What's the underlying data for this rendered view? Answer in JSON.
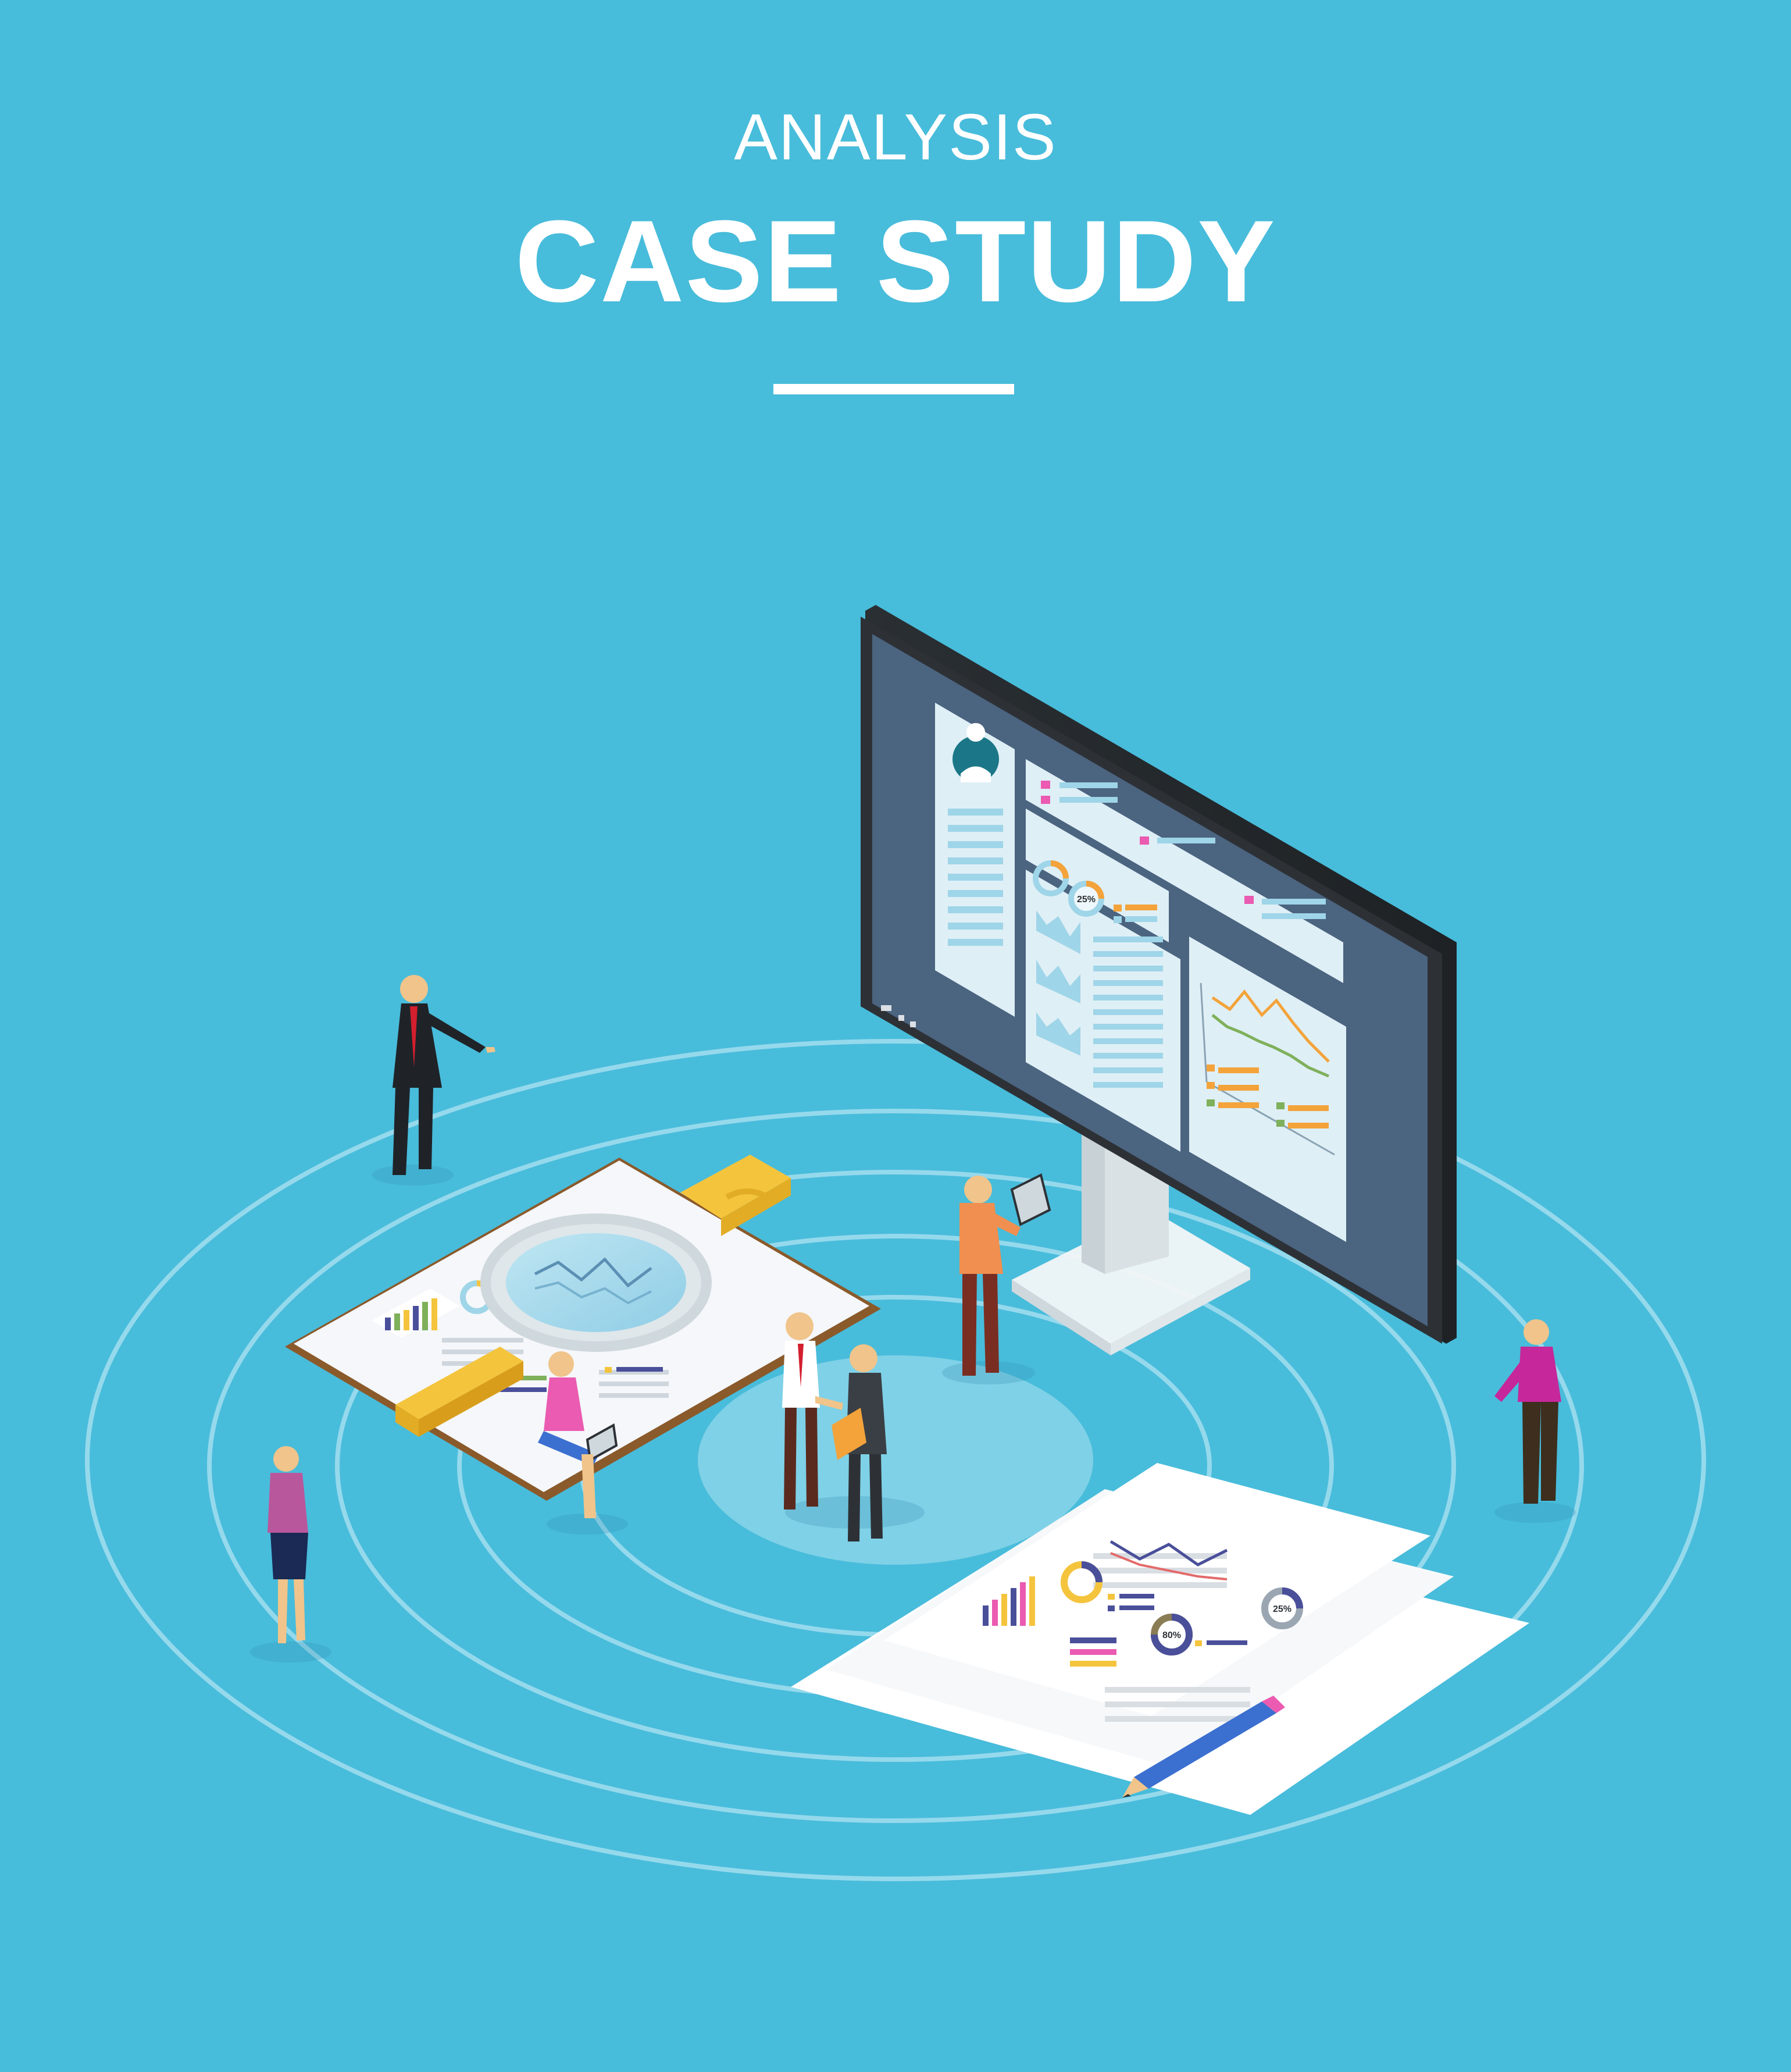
{
  "header": {
    "kicker": "ANALYSIS",
    "title": "CASE STUDY"
  },
  "monitor": {
    "label_25": "25%"
  },
  "documents": {
    "donut_label_1": "25%",
    "donut_label_2": "80%"
  },
  "colors": {
    "background": "#48bcdb",
    "monitor_frame": "#2d3136",
    "monitor_screen": "#4b6480",
    "panel": "#dfeff6",
    "accent_orange": "#f3a33a",
    "accent_pink": "#ea5bb1",
    "accent_yellow": "#f4c43d",
    "accent_blue": "#3b6fd0"
  },
  "icons": {
    "user_icon": "person-circle",
    "pencil_icon": "pencil",
    "magnifier_icon": "magnifying-glass"
  }
}
